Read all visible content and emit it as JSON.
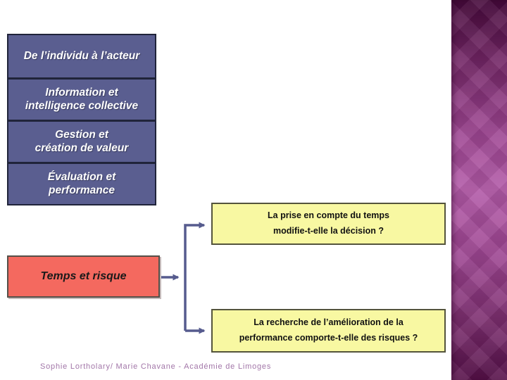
{
  "colors": {
    "stack_fill": "#5a5e90",
    "stack_border": "#20243a",
    "source_fill": "#f4695f",
    "question_fill": "#f8f8a2",
    "question_border": "#54543c",
    "arrow": "#565b8e",
    "sidebar_gradient_top": "#45093a",
    "sidebar_gradient_mid": "#b259a7",
    "sidebar_gradient_bottom": "#551048",
    "footer_text": "#a276a8"
  },
  "stack": {
    "boxes": [
      {
        "label": "De l’individu à l’acteur"
      },
      {
        "label": "Information et\nintelligence collective"
      },
      {
        "label": "Gestion et\ncréation de valeur"
      },
      {
        "label": "Évaluation et\nperformance"
      }
    ]
  },
  "flow": {
    "source": {
      "label": "Temps et risque"
    },
    "targets": [
      {
        "label": "La prise en compte du temps\nmodifie-t-elle la décision ?"
      },
      {
        "label": "La recherche de l’amélioration de la\nperformance comporte-t-elle des risques ?"
      }
    ]
  },
  "footer": {
    "credit": "Sophie Lortholary/ Marie Chavane - Académie de Limoges"
  }
}
